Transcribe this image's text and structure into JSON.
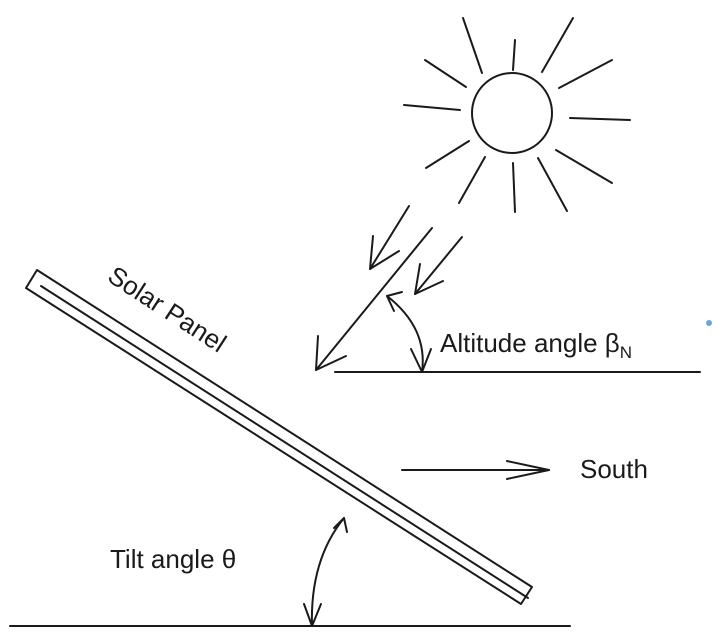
{
  "labels": {
    "solar_panel": "Solar Panel",
    "altitude_angle": "Altitude angle β",
    "altitude_subscript": "N",
    "south": "South",
    "tilt_angle": "Tilt angle θ"
  },
  "icons": {
    "sun": "sun-icon"
  },
  "colors": {
    "ink": "#1a1a1a",
    "background": "#ffffff"
  }
}
